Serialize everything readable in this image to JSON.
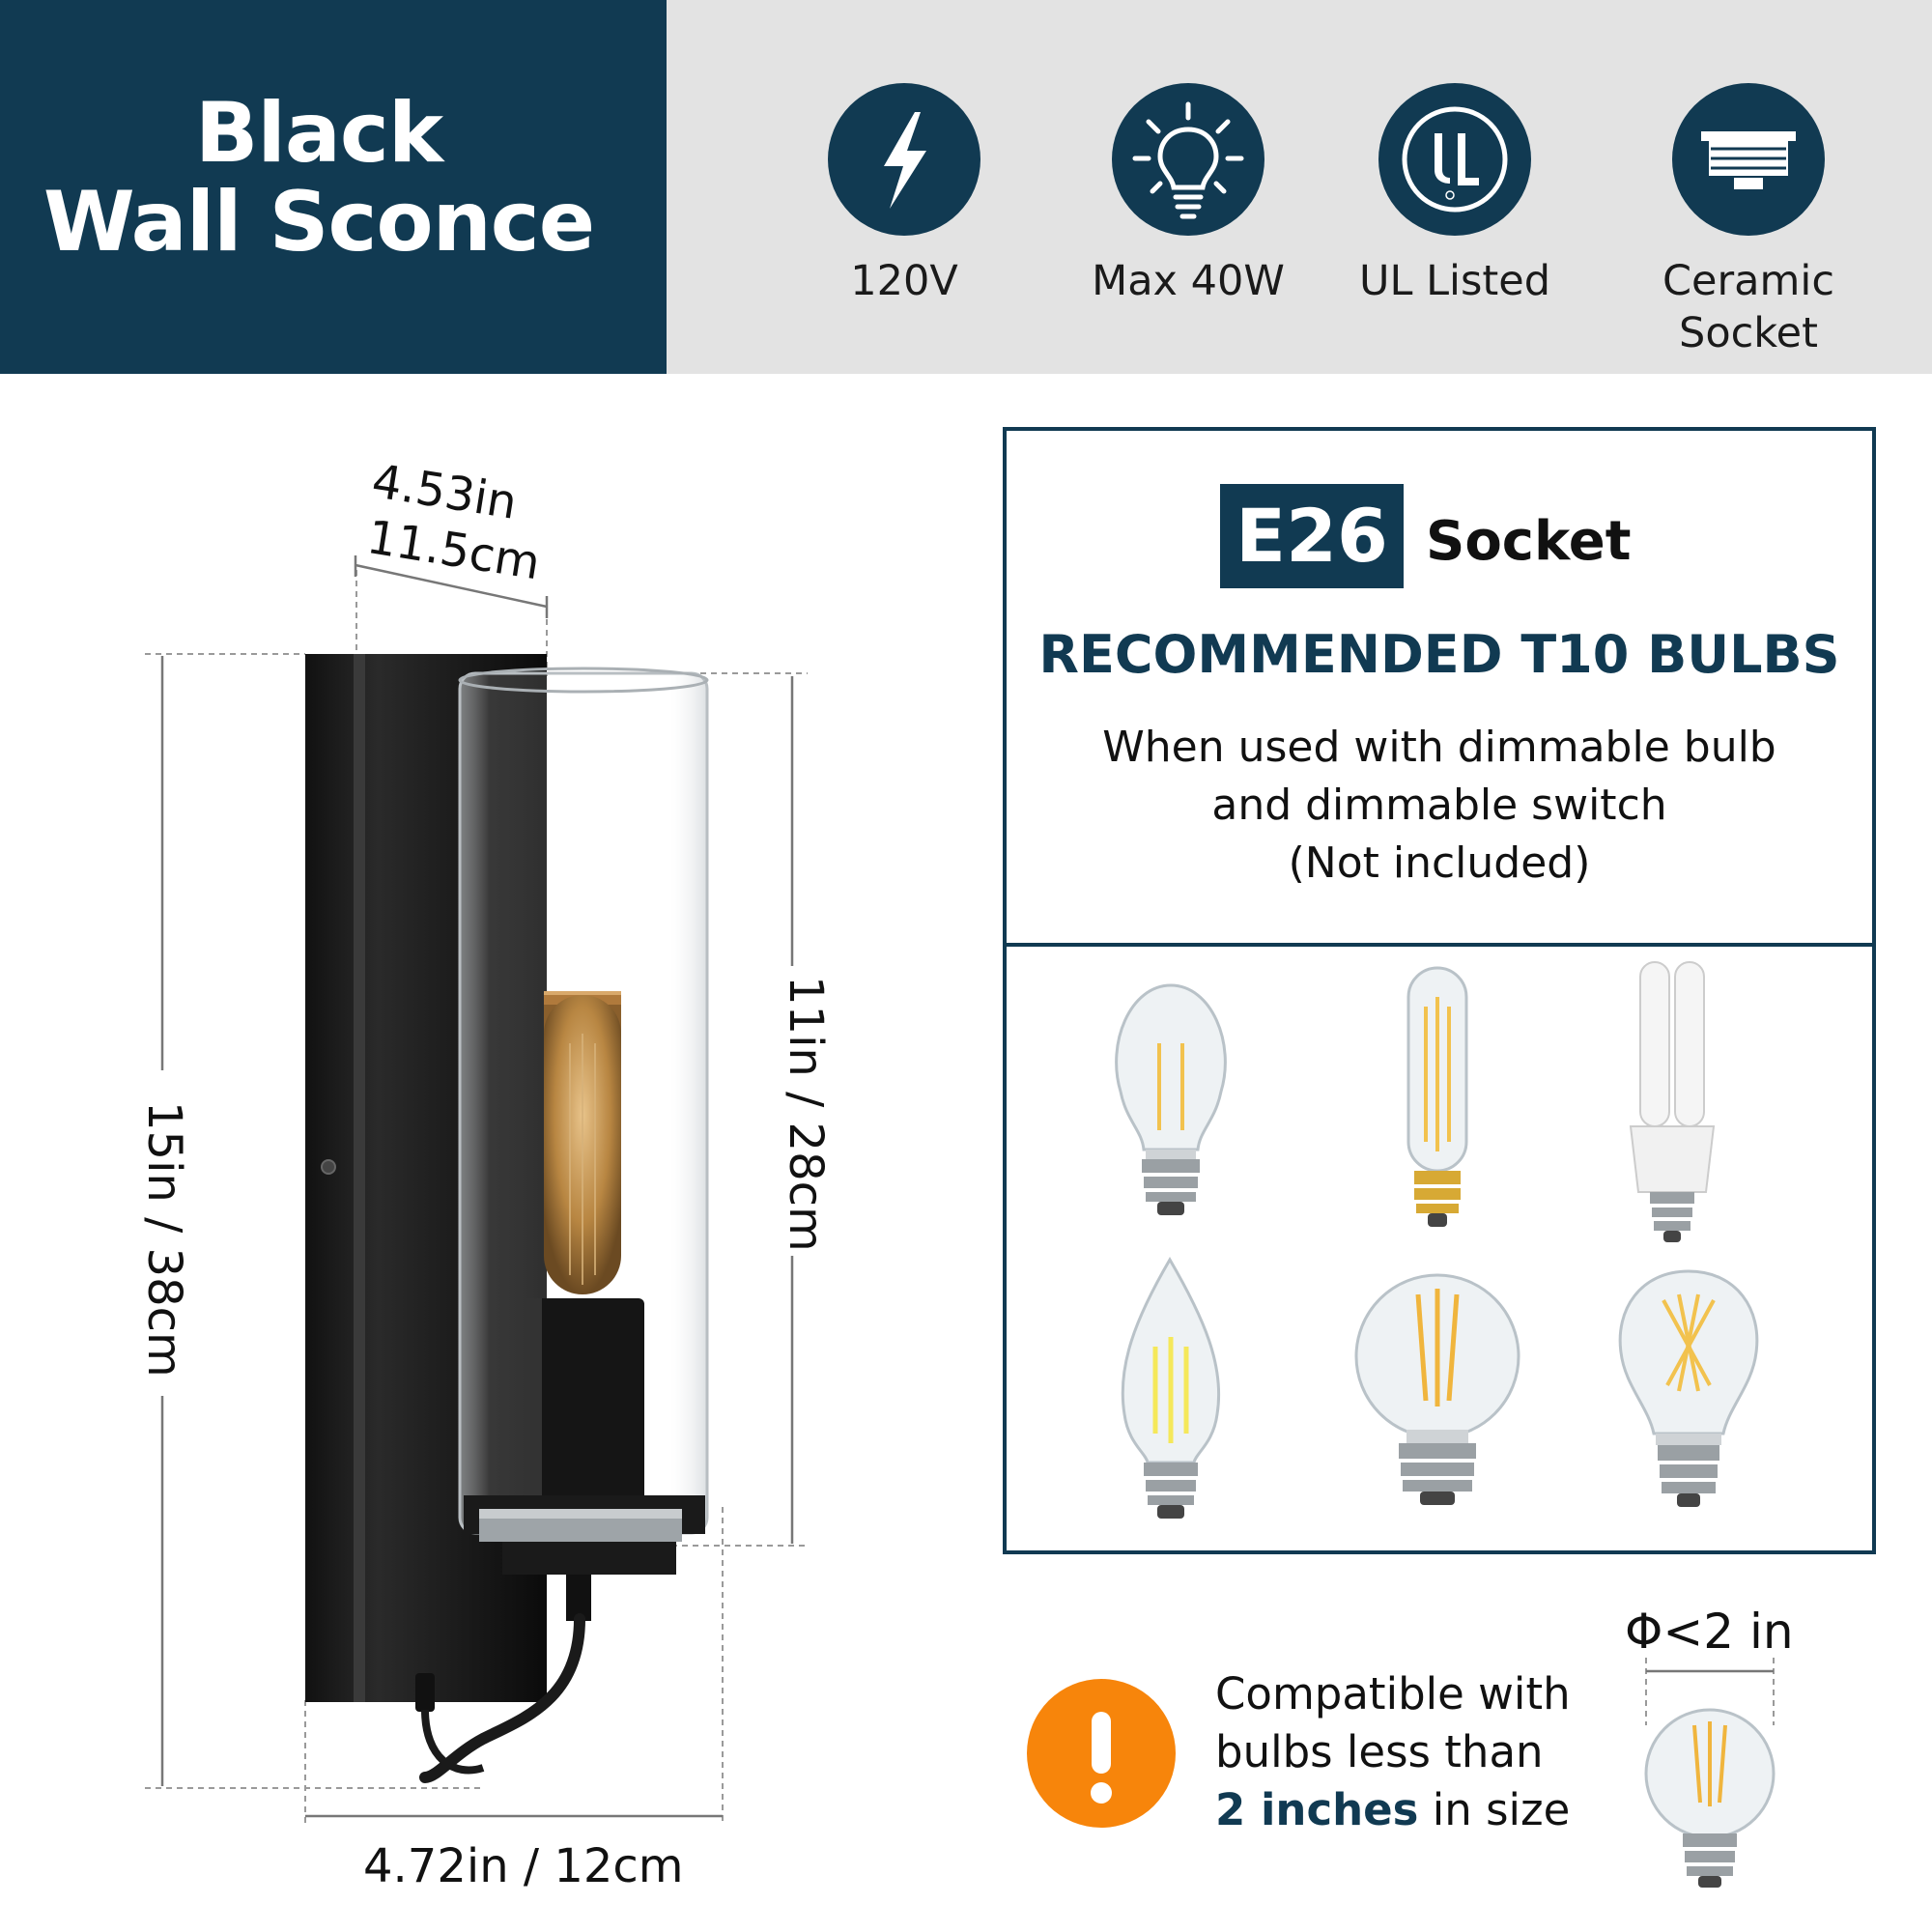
{
  "header": {
    "title_line1": "Black",
    "title_line2": "Wall Sconce",
    "features": [
      {
        "icon": "lightning-icon",
        "label": "120V"
      },
      {
        "icon": "lightbulb-icon",
        "label": "Max 40W"
      },
      {
        "icon": "ul-logo-icon",
        "label": "UL Listed"
      },
      {
        "icon": "ceramic-socket-icon",
        "label_line1": "Ceramic",
        "label_line2": "Socket"
      }
    ]
  },
  "dimensions": {
    "top_width_in": "4.53in",
    "top_width_cm": "11.5cm",
    "total_height": "15in / 38cm",
    "glass_height": "11in / 28cm",
    "base_width": "4.72in / 12cm"
  },
  "socket_box": {
    "badge": "E26",
    "badge_suffix": "Socket",
    "recommended": "RECOMMENDED T10 BULBS",
    "desc_line1": "When used with dimmable bulb",
    "desc_line2": "and dimmable switch",
    "desc_line3": "(Not included)",
    "bulbs": [
      "s14-bulb",
      "t10-bulb",
      "cfl-bulb",
      "candle-bulb",
      "globe-bulb",
      "a19-bulb"
    ]
  },
  "compat": {
    "diameter_label": "Φ<2 in",
    "line1": "Compatible with",
    "line2": "bulbs less than",
    "line3_bold": "2 inches",
    "line3_rest": " in size"
  },
  "colors": {
    "navy": "#113a52",
    "orange": "#f7850b",
    "gray_band": "#e3e3e3"
  }
}
